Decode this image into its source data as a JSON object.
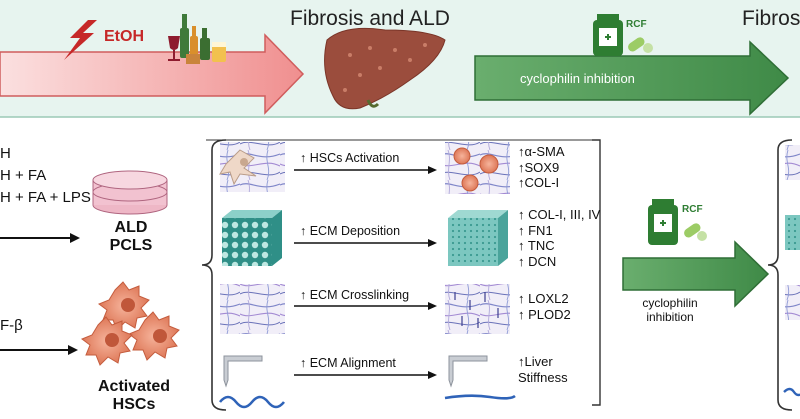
{
  "banner": {
    "title_center": "Fibrosis and ALD",
    "title_right": "Fibros",
    "etoh_label": "EtOH",
    "rcf_label": "RCF",
    "arrow_label": "cyclophilin inhibition"
  },
  "left": {
    "conditions": [
      "H",
      "H + FA",
      "H + FA + LPS",
      "F-β"
    ],
    "pcls_label_line1": "ALD",
    "pcls_label_line2": "PCLS",
    "hsc_label_line1": "Activated",
    "hsc_label_line2": "HSCs"
  },
  "steps": [
    {
      "label": "↑ HSCs Activation",
      "markers": [
        "↑α-SMA",
        "↑SOX9",
        "↑COL-I"
      ]
    },
    {
      "label": "↑ ECM Deposition",
      "markers": [
        "↑ COL-I, III, IV",
        "↑ FN1",
        "↑ TNC",
        "↑ DCN"
      ]
    },
    {
      "label": "↑ ECM Crosslinking",
      "markers": [
        "↑ LOXL2",
        "↑ PLOD2"
      ]
    },
    {
      "label": "↑ ECM Alignment",
      "markers": [
        "↑Liver",
        "Stiffness"
      ]
    }
  ],
  "right": {
    "rcf_label": "RCF",
    "cyclo_line1": "cyclophilin",
    "cyclo_line2": "inhibition"
  },
  "colors": {
    "banner_bg": "#e6f3ee",
    "red_arrow": "#f4a6a6",
    "green_arrow": "#4e9a55",
    "liver": "#9a4c3c",
    "hsc": "#e8896a",
    "ecm_teal": "#5fb7b0",
    "bracket": "#333333"
  }
}
